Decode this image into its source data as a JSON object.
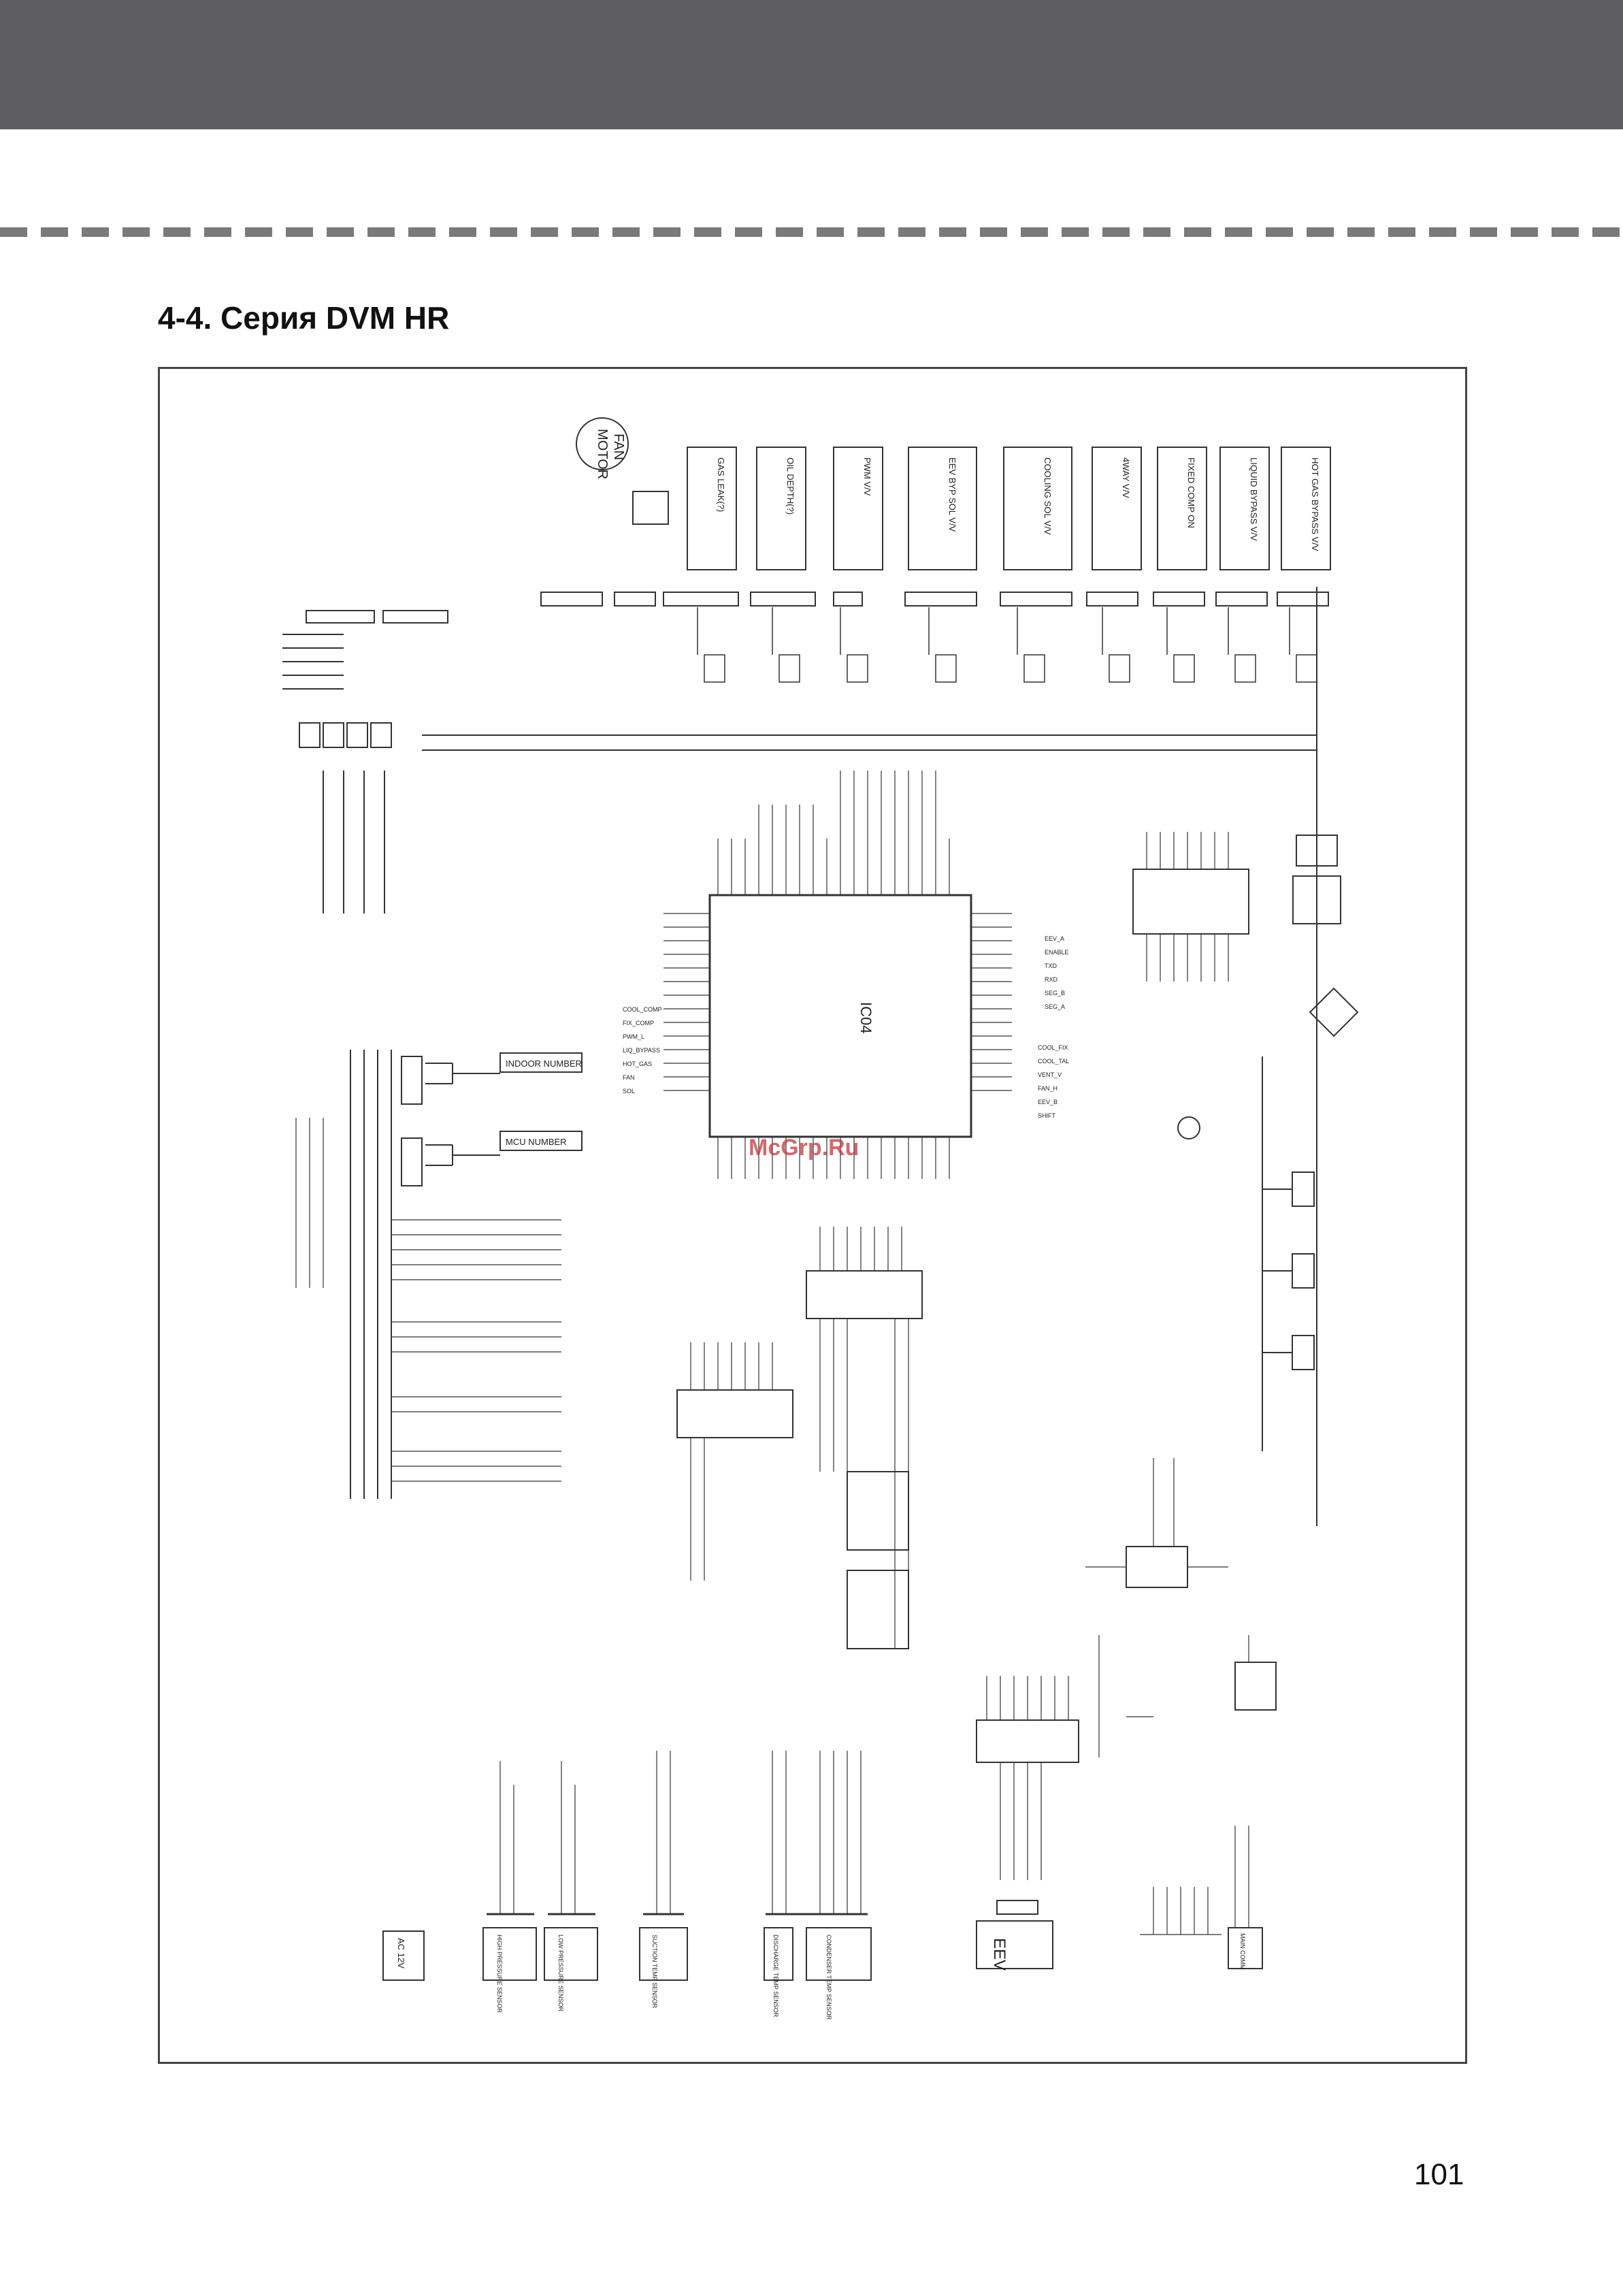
{
  "section": {
    "title": "4-4.  Серия DVM HR"
  },
  "page": {
    "number": "101"
  },
  "watermark": "McGrp.Ru",
  "schematic": {
    "fan_label": [
      "FAN",
      "MOTOR"
    ],
    "top_loads": [
      "GAS LEAK(?)",
      "OIL DEPTH(?)",
      "PWM V/V",
      "EEV BYP SOL V/V",
      "COOLING SOL V/V",
      "4WAY V/V",
      "FIXED COMP ON",
      "LIQUID BYPASS V/V",
      "HOT GAS BYPASS V/V"
    ],
    "mcu_label": "IC04",
    "indoor_number_label": "INDOOR NUMBER",
    "mcu_number_label": "MCU NUMBER",
    "mcu_left_pins": [
      "COOL_COMP",
      "FIX_COMP",
      "PWM_L",
      "LIQ_BYPASS",
      "HOT_GAS",
      "FAN",
      "SOL"
    ],
    "mcu_right_pins": [
      "EEV_A",
      "ENABLE",
      "TXD",
      "RXD",
      "SEG_B",
      "SEG_A"
    ],
    "mcu_right_pins_2": [
      "COOL_FIX",
      "COOL_TAL",
      "VENT_V",
      "FAN_H",
      "EEV_B",
      "SHIFT"
    ],
    "sensor_blocks": [
      "HIGH PRESSURE SENSOR",
      "LOW PRESSURE SENSOR",
      "SUCTION TEMP SENSOR",
      "DISCHARGE TEMP SENSOR",
      "CONDENSER TEMP SENSOR"
    ],
    "ac_block": "AC 12V",
    "eev_block": "EEV",
    "comm_block": "MAIN COMM"
  }
}
